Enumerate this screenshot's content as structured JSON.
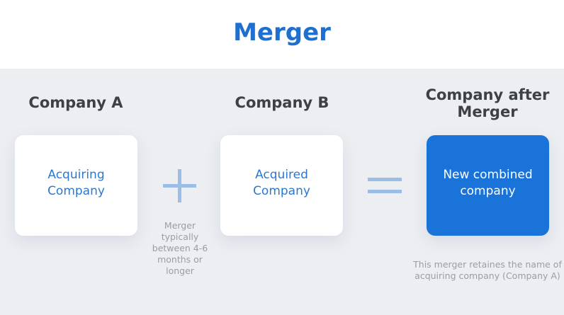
{
  "title": "Merger",
  "columns": [
    {
      "heading": "Company A",
      "box": "Acquiring Company"
    },
    {
      "heading": "Company B",
      "box": "Acquired Company"
    },
    {
      "heading": "Company after Merger",
      "box": "New combined company"
    }
  ],
  "notes": {
    "duration": "Merger typically between 4-6 months or longer",
    "name": "This merger retaines the name of acquiring company (Company A)"
  },
  "colors": {
    "accent": "#1a73d9",
    "operator": "#9cbde6",
    "panel": "#eceef1"
  }
}
